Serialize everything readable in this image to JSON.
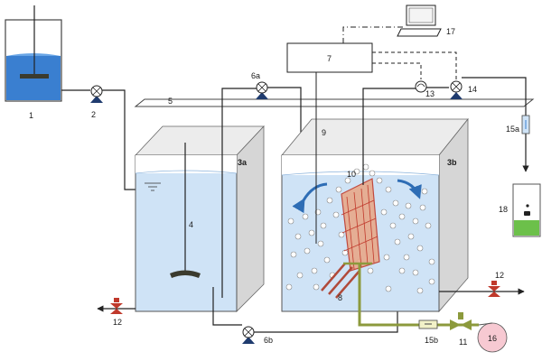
{
  "diagram": {
    "labels": {
      "feed_tank": "1",
      "feed_pump": "2",
      "anoxic_tank": "3a",
      "mbr_tank": "3b",
      "mixer": "4",
      "overflow_pipe": "5",
      "recirc_pump": "6a",
      "return_pump": "6b",
      "controller": "7",
      "aerator": "8",
      "level_sensor": "9",
      "membrane_module": "10",
      "air_valve": "11",
      "drain_left": "12",
      "drain_right": "12",
      "pressure_gauge": "13",
      "permeate_pump": "14",
      "flowmeter_permeate": "15a",
      "flowmeter_air": "15b",
      "blower": "16",
      "computer": "17",
      "permeate_tank": "18"
    },
    "colors": {
      "water_blue": "#3a7fd0",
      "water_light": "#cfe3f6",
      "tank_side": "#d6d6d6",
      "tank_top": "#ececec",
      "membrane": "#e8a98a",
      "membrane_frame": "#c0392b",
      "air_line": "#8c9a3c",
      "permeate_green": "#6cc04a",
      "blower_pink": "#f7c9d2",
      "arrow_blue": "#2e6db5"
    }
  }
}
